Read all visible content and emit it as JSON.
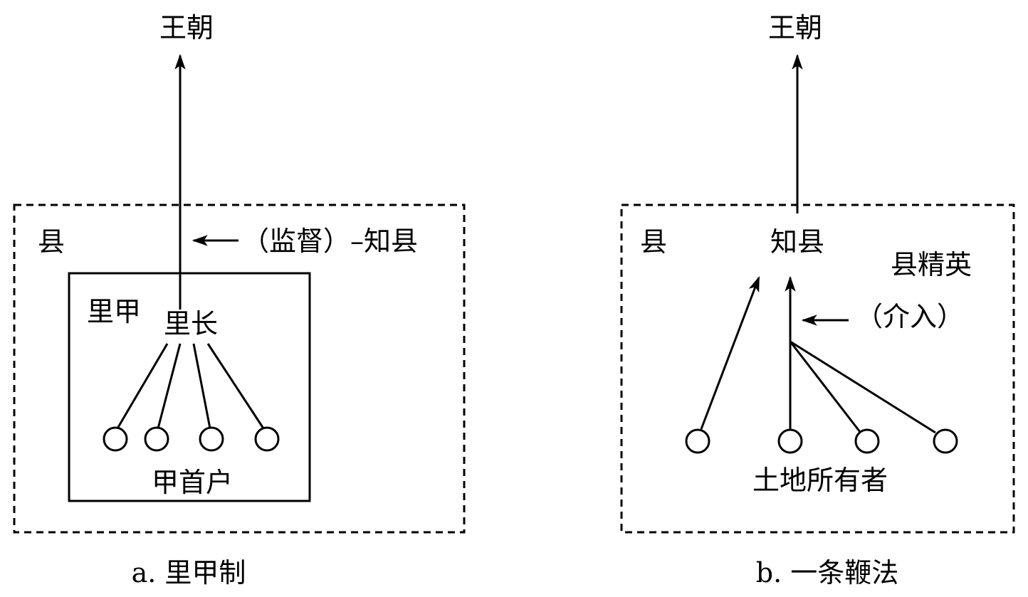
{
  "panel_a": {
    "top": "王朝",
    "county": "县",
    "supervise": "（监督）–知县",
    "lijia": "里甲",
    "lizhang": "里长",
    "households": "甲首户",
    "caption": "a. 里甲制"
  },
  "panel_b": {
    "top": "王朝",
    "county": "县",
    "magistrate": "知县",
    "elite": "县精英",
    "intervene": "（介入）",
    "owners": "土地所有者",
    "caption": "b. 一条鞭法"
  }
}
